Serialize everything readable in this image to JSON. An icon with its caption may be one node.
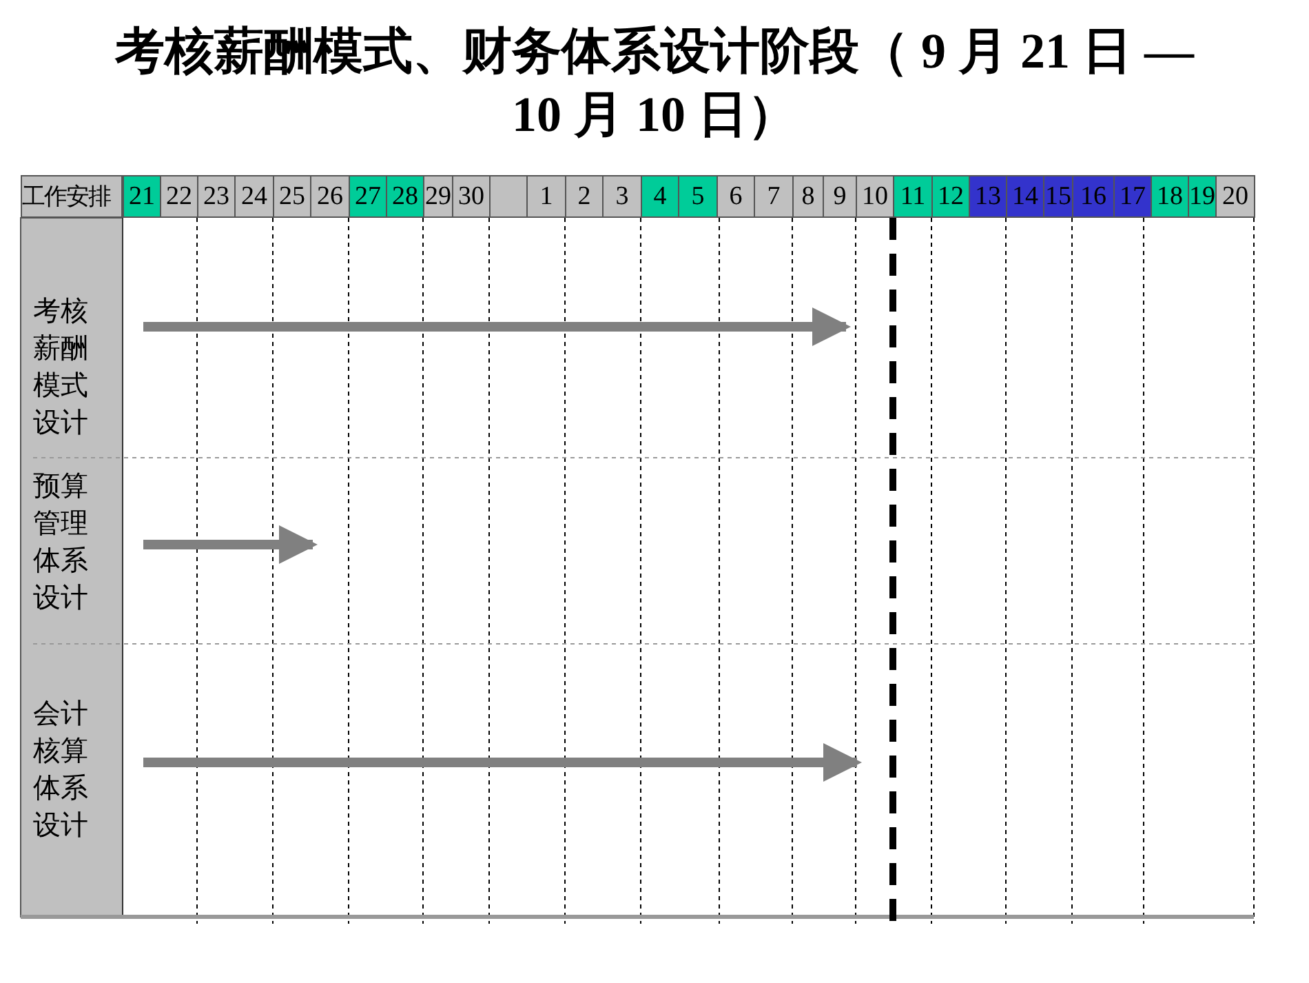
{
  "diagram": {
    "title": "考核薪酬模式、财务体系设计阶段（ 9 月 21 日 — 10 月 10 日）",
    "nodes": [
      {
        "text": [
          "考核薪酬模式设计"
        ]
      },
      {
        "text": [
          "预算管理体系设计"
        ]
      },
      {
        "text": [
          "会计核算体系设计"
        ]
      }
    ],
    "edges": [
      {
        "from": 0,
        "to": null,
        "arrow": "to"
      },
      {
        "from": 1,
        "to": null,
        "arrow": "to"
      },
      {
        "from": 2,
        "to": null,
        "arrow": "to"
      }
    ],
    "labels": [
      "工作安排",
      "21",
      "22",
      "23",
      "24",
      "25",
      "26",
      "27",
      "28",
      "29",
      "30",
      "1",
      "2",
      "3",
      "4",
      "5",
      "6",
      "7",
      "8",
      "9",
      "10",
      "11",
      "12",
      "13",
      "14",
      "15",
      "16",
      "17",
      "18",
      "19",
      "20"
    ]
  }
}
